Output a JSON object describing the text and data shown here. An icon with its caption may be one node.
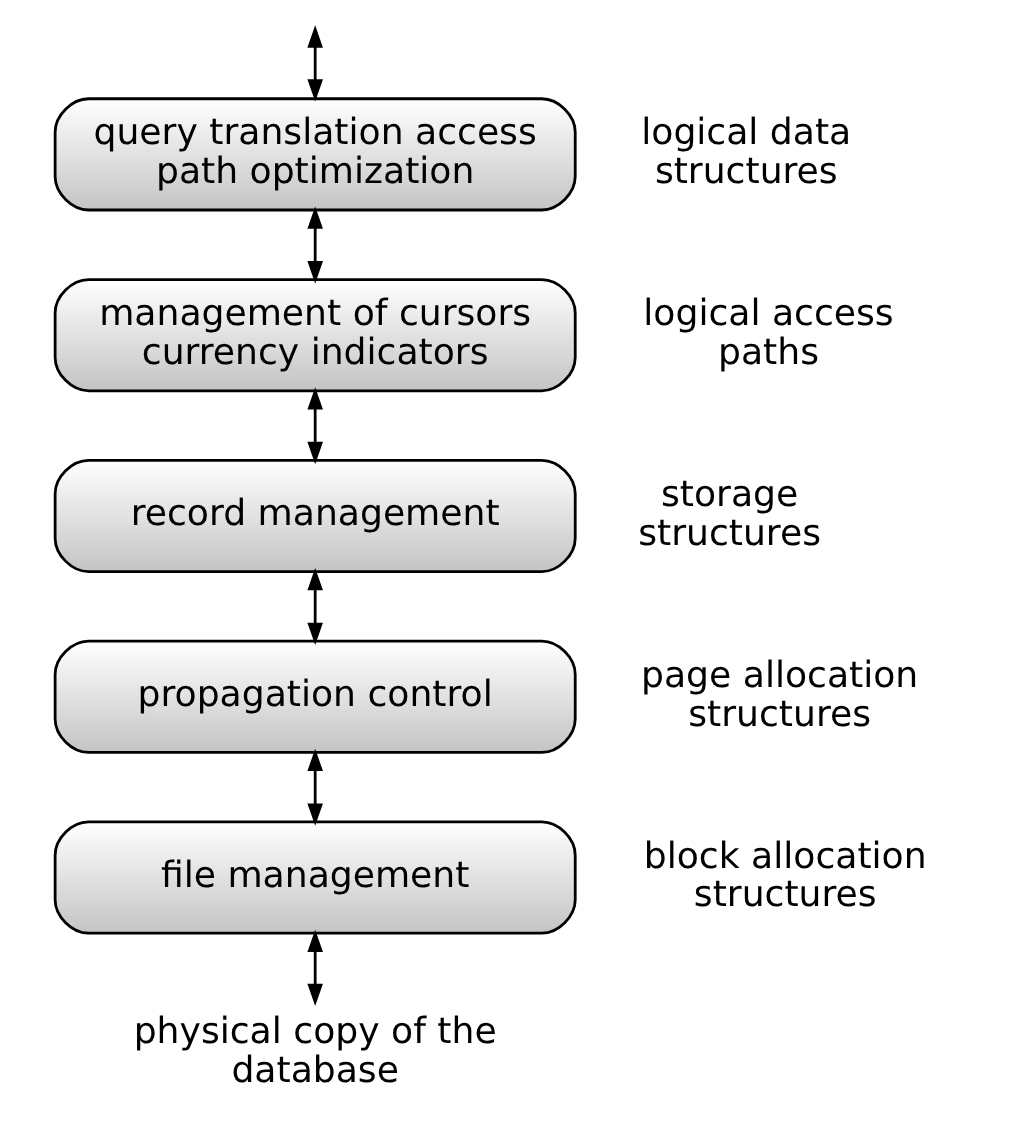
{
  "diagram": {
    "nodes": [
      {
        "text": [
          "query translation access path optimization"
        ],
        "beside": [
          "logical data structures"
        ]
      },
      {
        "text": [
          "management of cursors currency indicators"
        ],
        "beside": [
          "logical access paths"
        ]
      },
      {
        "text": [
          "record management"
        ],
        "beside": [
          "storage structures"
        ]
      },
      {
        "text": [
          "propagation control"
        ],
        "beside": [
          "page allocation structures"
        ]
      },
      {
        "text": [
          "file management"
        ],
        "beside": [
          "block allocation structures"
        ]
      },
      {
        "text": [
          "physical copy of the database"
        ]
      }
    ],
    "edges": [
      {
        "from": null,
        "to": 0,
        "arrow": "both"
      },
      {
        "from": 0,
        "to": 1,
        "arrow": "both"
      },
      {
        "from": 1,
        "to": 2,
        "arrow": "both"
      },
      {
        "from": 2,
        "to": 3,
        "arrow": "both"
      },
      {
        "from": 3,
        "to": 4,
        "arrow": "both"
      },
      {
        "from": 4,
        "to": 5,
        "arrow": "both"
      }
    ]
  }
}
